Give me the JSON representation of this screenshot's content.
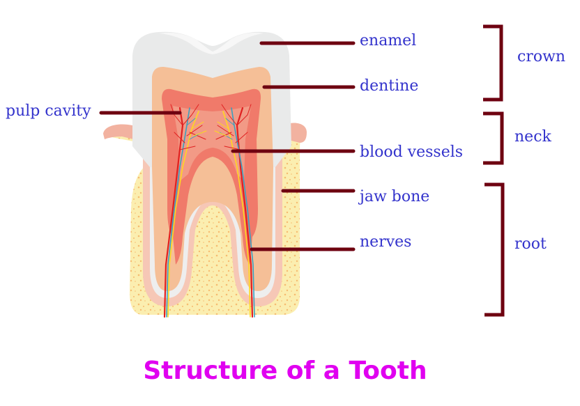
{
  "title": "Structure of a Tooth",
  "colors": {
    "label_text": "#3333cc",
    "leader_line": "#6e0010",
    "title": "#e000f0",
    "enamel": "#e9eaea",
    "enamel_highlight": "#f6f7f7",
    "dentine": "#f5bf97",
    "pulp_outer": "#f07a6a",
    "pulp_inner": "#f29a86",
    "gum": "#f2b2a0",
    "bone": "#fbeeb0",
    "bone_spots": "#f5b060",
    "blood_vessel_red": "#e02020",
    "blood_vessel_blue": "#3aa0c0",
    "nerve_yellow": "#ffd820"
  },
  "part_labels": {
    "enamel": "enamel",
    "dentine": "dentine",
    "pulp_cavity": "pulp cavity",
    "blood_vessels": "blood vessels",
    "jaw_bone": "jaw bone",
    "nerves": "nerves"
  },
  "region_labels": {
    "crown": "crown",
    "neck": "neck",
    "root": "root"
  }
}
